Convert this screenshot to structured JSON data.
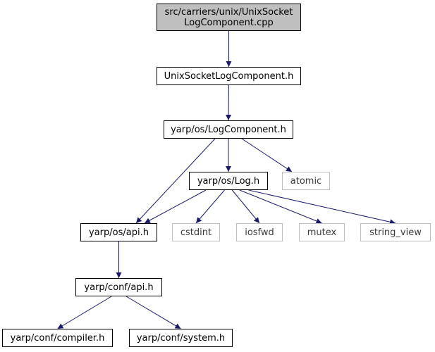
{
  "colors": {
    "edge": "#191970",
    "root_fill": "#bfbfbf",
    "node_border": "#000000",
    "external_border": "#bfbfbf"
  },
  "nodes": {
    "root": {
      "line1": "src/carriers/unix/UnixSocket",
      "line2": "LogComponent.cpp"
    },
    "unix_socket_log_component_h": "UnixSocketLogComponent.h",
    "yarp_os_logcomponent_h": "yarp/os/LogComponent.h",
    "yarp_os_log_h": "yarp/os/Log.h",
    "atomic": "atomic",
    "yarp_os_api_h": "yarp/os/api.h",
    "cstdint": "cstdint",
    "iosfwd": "iosfwd",
    "mutex": "mutex",
    "string_view": "string_view",
    "yarp_conf_api_h": "yarp/conf/api.h",
    "yarp_conf_compiler_h": "yarp/conf/compiler.h",
    "yarp_conf_system_h": "yarp/conf/system.h"
  },
  "edges": [
    [
      "root",
      "unix_socket_log_component_h"
    ],
    [
      "unix_socket_log_component_h",
      "yarp_os_logcomponent_h"
    ],
    [
      "yarp_os_logcomponent_h",
      "yarp_os_api_h"
    ],
    [
      "yarp_os_logcomponent_h",
      "yarp_os_log_h"
    ],
    [
      "yarp_os_logcomponent_h",
      "atomic"
    ],
    [
      "yarp_os_log_h",
      "yarp_os_api_h"
    ],
    [
      "yarp_os_log_h",
      "cstdint"
    ],
    [
      "yarp_os_log_h",
      "iosfwd"
    ],
    [
      "yarp_os_log_h",
      "mutex"
    ],
    [
      "yarp_os_log_h",
      "string_view"
    ],
    [
      "yarp_os_api_h",
      "yarp_conf_api_h"
    ],
    [
      "yarp_conf_api_h",
      "yarp_conf_compiler_h"
    ],
    [
      "yarp_conf_api_h",
      "yarp_conf_system_h"
    ]
  ]
}
